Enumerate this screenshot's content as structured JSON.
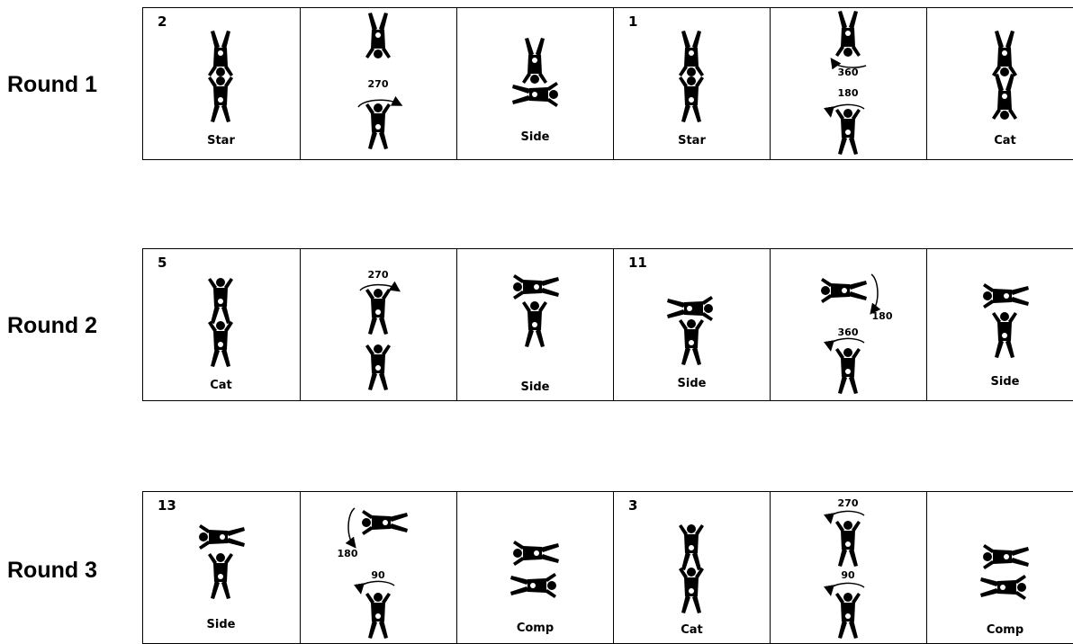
{
  "rounds": [
    {
      "label": "Round 1",
      "cells": [
        {
          "number": "2",
          "caption": "Star"
        },
        {
          "number": "",
          "caption": "",
          "rotations": [
            "270"
          ]
        },
        {
          "number": "",
          "caption": "Side"
        },
        {
          "number": "1",
          "caption": "Star"
        },
        {
          "number": "",
          "caption": "",
          "rotations": [
            "360",
            "180"
          ]
        },
        {
          "number": "",
          "caption": "Cat"
        }
      ]
    },
    {
      "label": "Round 2",
      "cells": [
        {
          "number": "5",
          "caption": "Cat"
        },
        {
          "number": "",
          "caption": "",
          "rotations": [
            "270"
          ]
        },
        {
          "number": "",
          "caption": "Side"
        },
        {
          "number": "11",
          "caption": "Side"
        },
        {
          "number": "",
          "caption": "",
          "rotations": [
            "180",
            "360"
          ]
        },
        {
          "number": "",
          "caption": "Side"
        }
      ]
    },
    {
      "label": "Round 3",
      "cells": [
        {
          "number": "13",
          "caption": "Side"
        },
        {
          "number": "",
          "caption": "",
          "rotations": [
            "180",
            "90"
          ]
        },
        {
          "number": "",
          "caption": "Comp"
        },
        {
          "number": "3",
          "caption": "Cat"
        },
        {
          "number": "",
          "caption": "",
          "rotations": [
            "270",
            "90"
          ]
        },
        {
          "number": "",
          "caption": "Comp"
        }
      ]
    }
  ]
}
